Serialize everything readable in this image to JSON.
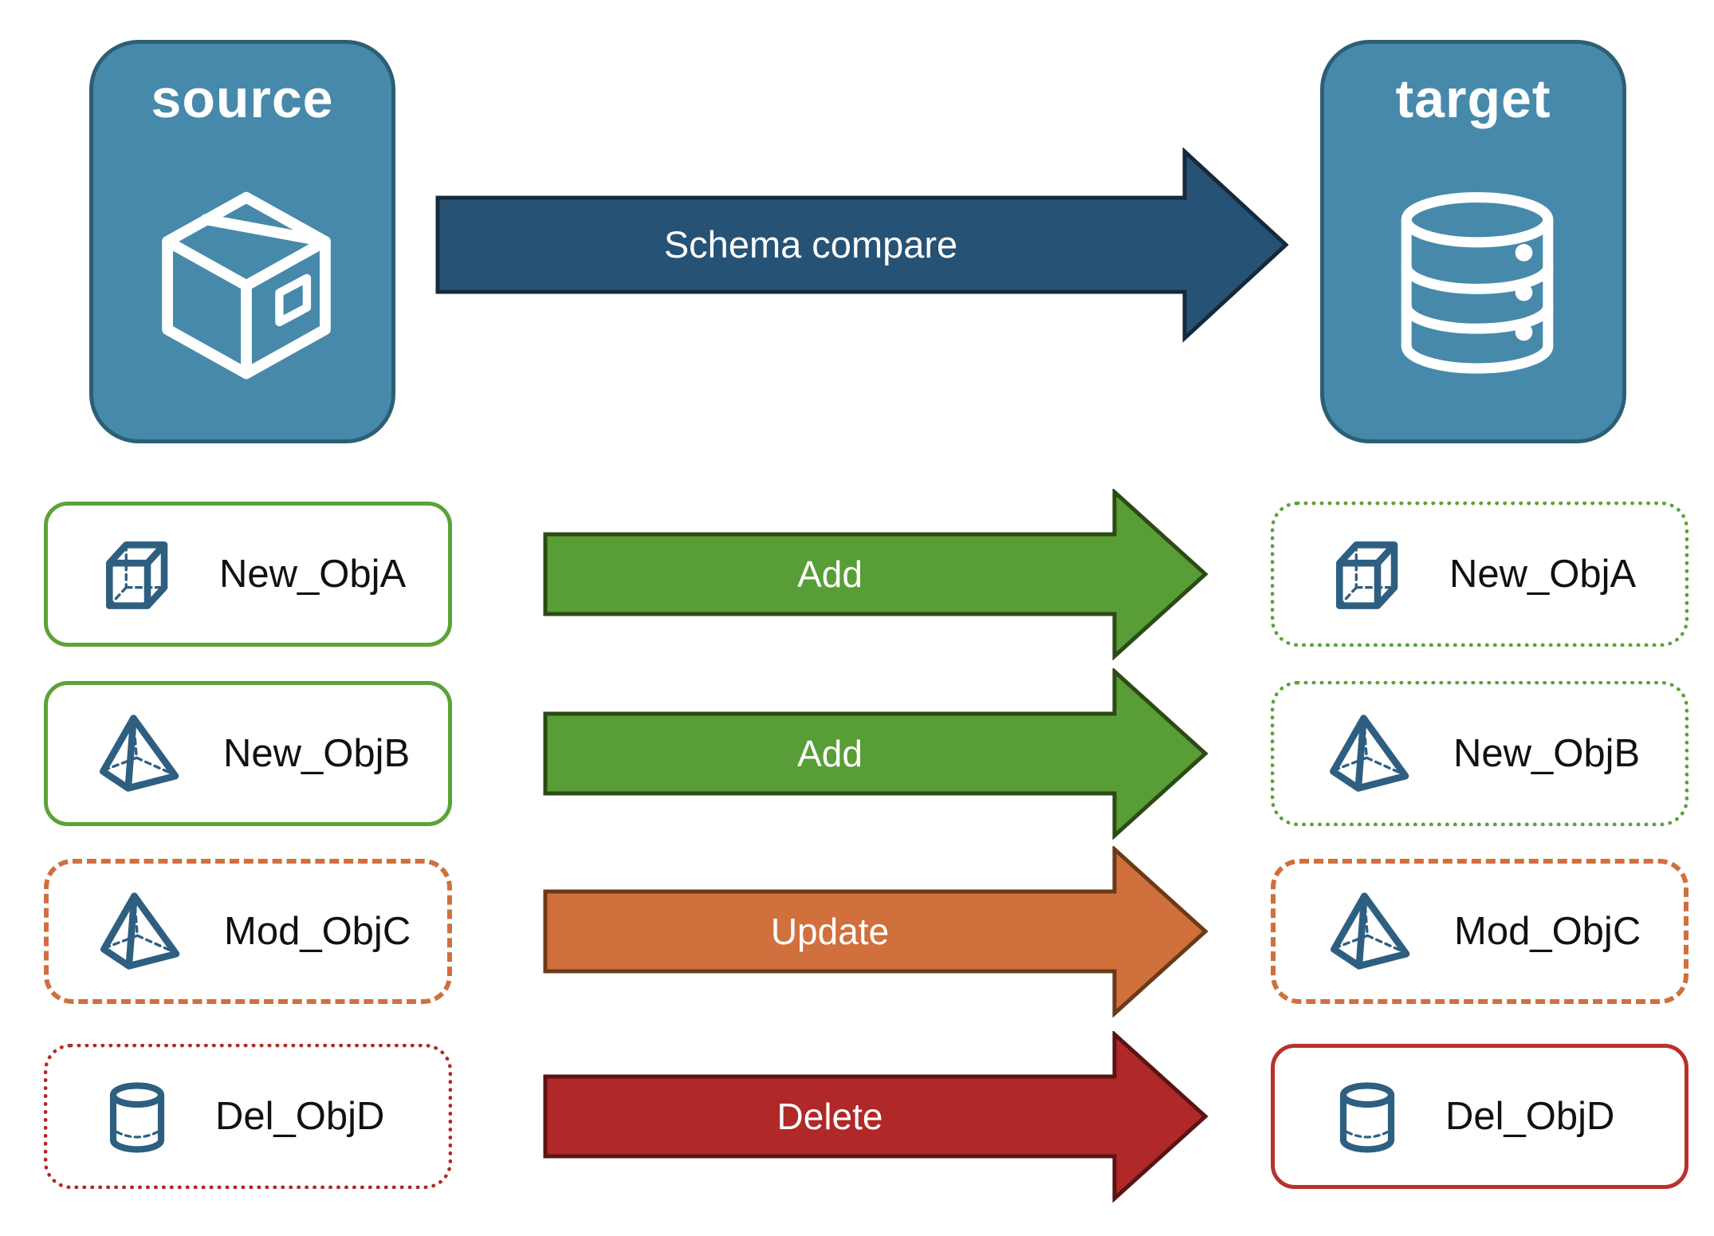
{
  "nodes": {
    "source": {
      "label": "source",
      "icon": "package-icon"
    },
    "target": {
      "label": "target",
      "icon": "database-icon"
    }
  },
  "compare_arrow": {
    "label": "Schema compare",
    "fill": "#265276",
    "border": "#16293a"
  },
  "rows": [
    {
      "object": "New_ObjA",
      "icon": "cube-icon",
      "action": "Add",
      "action_fill": "#589d36",
      "source_border_style": "solid-green",
      "target_border_style": "dotted-green"
    },
    {
      "object": "New_ObjB",
      "icon": "pyramid-icon",
      "action": "Add",
      "action_fill": "#589d36",
      "source_border_style": "solid-green",
      "target_border_style": "dotted-green"
    },
    {
      "object": "Mod_ObjC",
      "icon": "pyramid-icon",
      "action": "Update",
      "action_fill": "#d0703c",
      "source_border_style": "dashed-orange",
      "target_border_style": "dashed-orange"
    },
    {
      "object": "Del_ObjD",
      "icon": "cylinder-icon",
      "action": "Delete",
      "action_fill": "#b02828",
      "source_border_style": "dotted-red",
      "target_border_style": "solid-red"
    }
  ],
  "colors": {
    "node_fill": "#4789ab",
    "node_border": "#2c5f75",
    "green": "#5ba338",
    "orange": "#d0703c",
    "red": "#b22a26",
    "icon_blue": "#2e5f81",
    "label_text": "#111111",
    "arrow_text": "#ffffff"
  }
}
